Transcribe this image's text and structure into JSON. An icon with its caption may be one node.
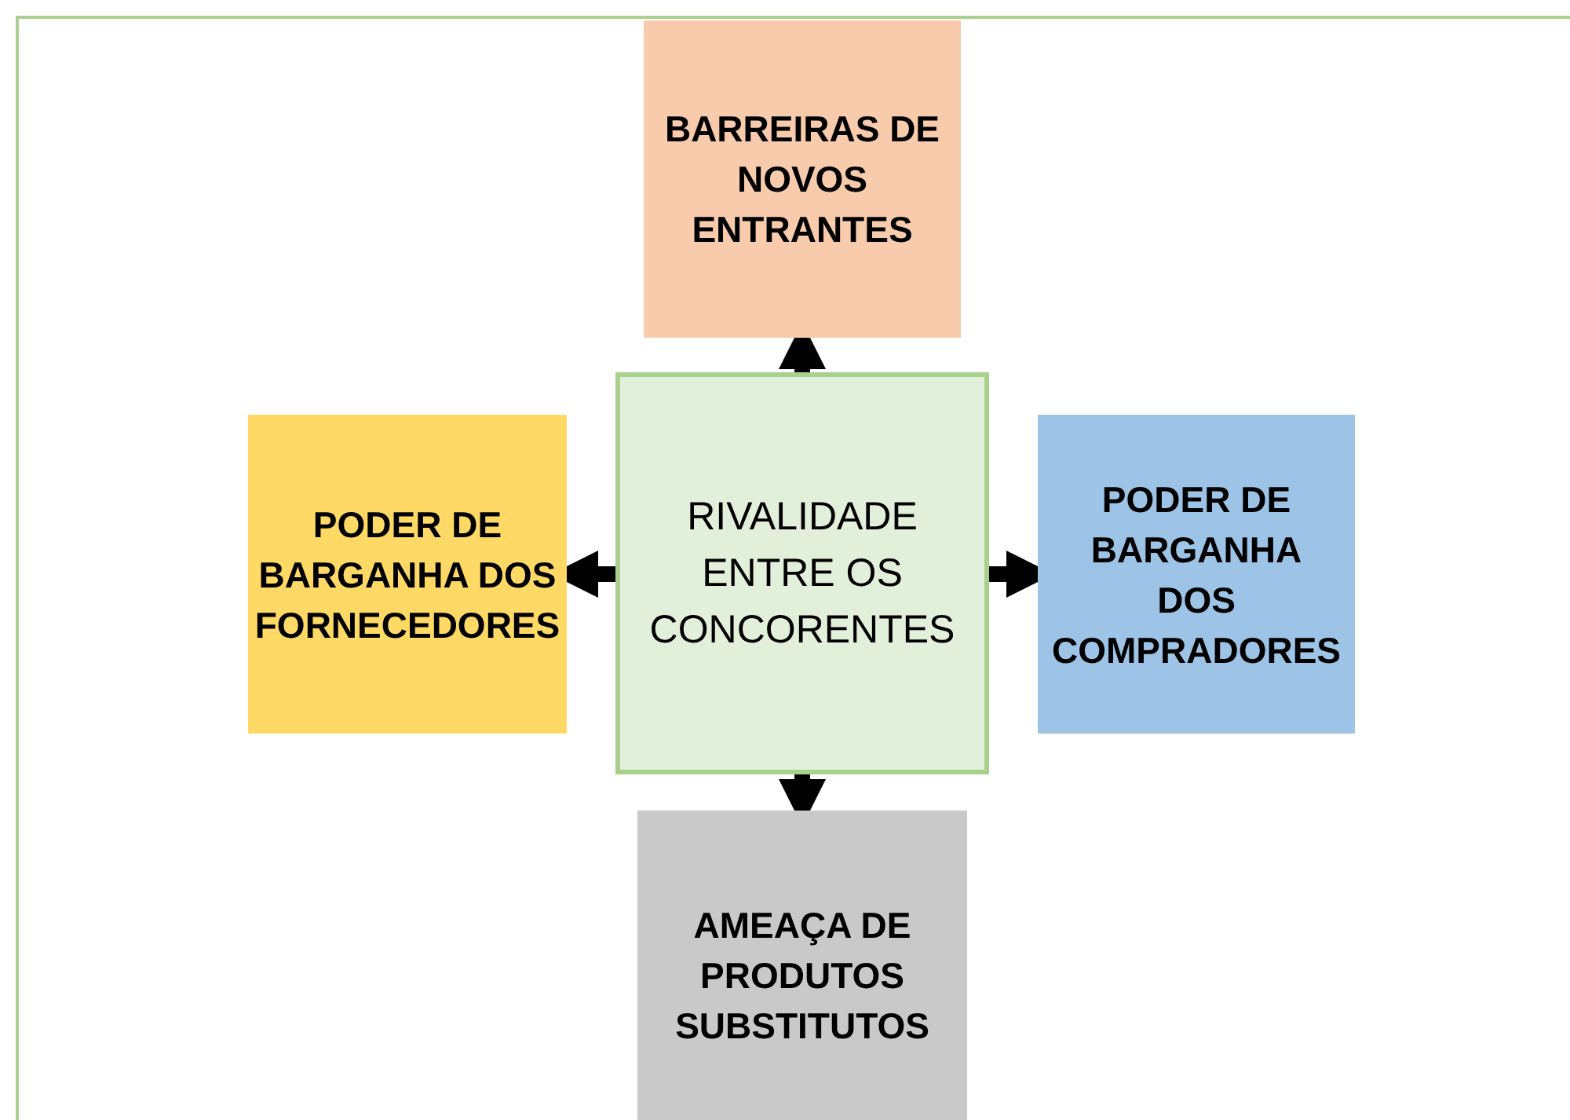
{
  "diagram": {
    "nodes": [
      {
        "text": [
          "BARREIRAS DE NOVOS ENTRANTES"
        ]
      },
      {
        "text": [
          "PODER DE BARGANHA DOS FORNECEDORES"
        ]
      },
      {
        "text": [
          "RIVALIDADE ENTRE OS CONCORENTES"
        ]
      },
      {
        "text": [
          "PODER DE BARGANHA DOS COMPRADORES"
        ]
      },
      {
        "text": [
          "AMEAÇA DE PRODUTOS SUBSTITUTOS"
        ]
      }
    ],
    "edges": [
      {
        "from": 2,
        "to": 0,
        "arrow": "to"
      },
      {
        "from": 2,
        "to": 1,
        "arrow": "to"
      },
      {
        "from": 2,
        "to": 3,
        "arrow": "to"
      },
      {
        "from": 2,
        "to": 4,
        "arrow": "to"
      }
    ]
  }
}
